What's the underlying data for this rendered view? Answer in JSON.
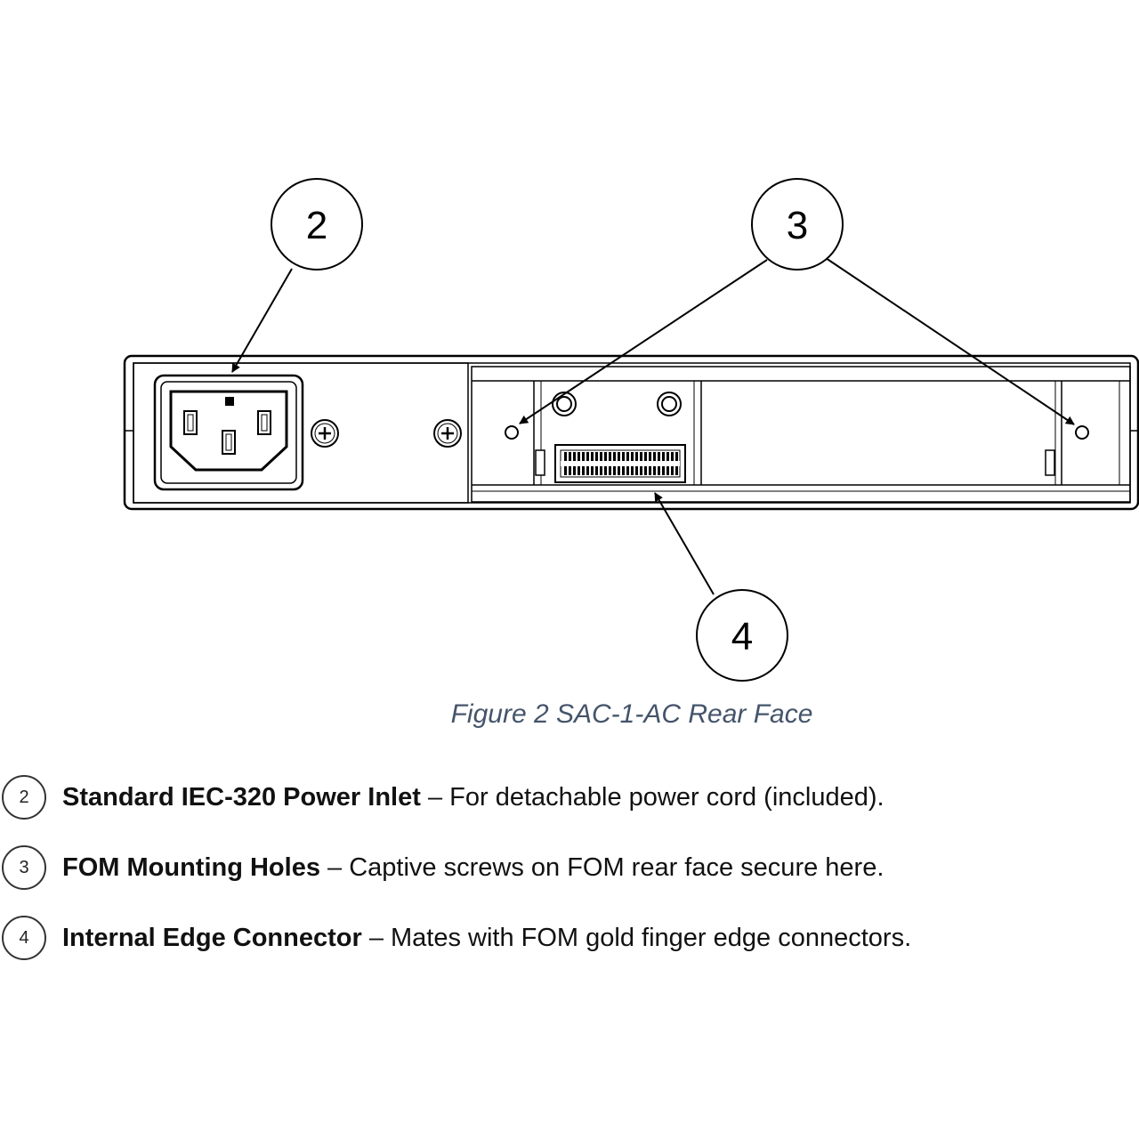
{
  "callouts": [
    {
      "id": "callout-2",
      "number": "2"
    },
    {
      "id": "callout-3",
      "number": "3"
    },
    {
      "id": "callout-4",
      "number": "4"
    }
  ],
  "figure": {
    "caption": "Figure 2 SAC-1-AC Rear Face",
    "caption_color": "#44546a"
  },
  "legend": [
    {
      "number": "2",
      "term": "Standard IEC-320 Power Inlet",
      "description": " – For detachable power cord (included)."
    },
    {
      "number": "3",
      "term": "FOM Mounting Holes",
      "description": " – Captive screws on FOM rear face secure here."
    },
    {
      "number": "4",
      "term": "Internal Edge Connector",
      "description": " – Mates with FOM gold finger edge connectors."
    }
  ]
}
